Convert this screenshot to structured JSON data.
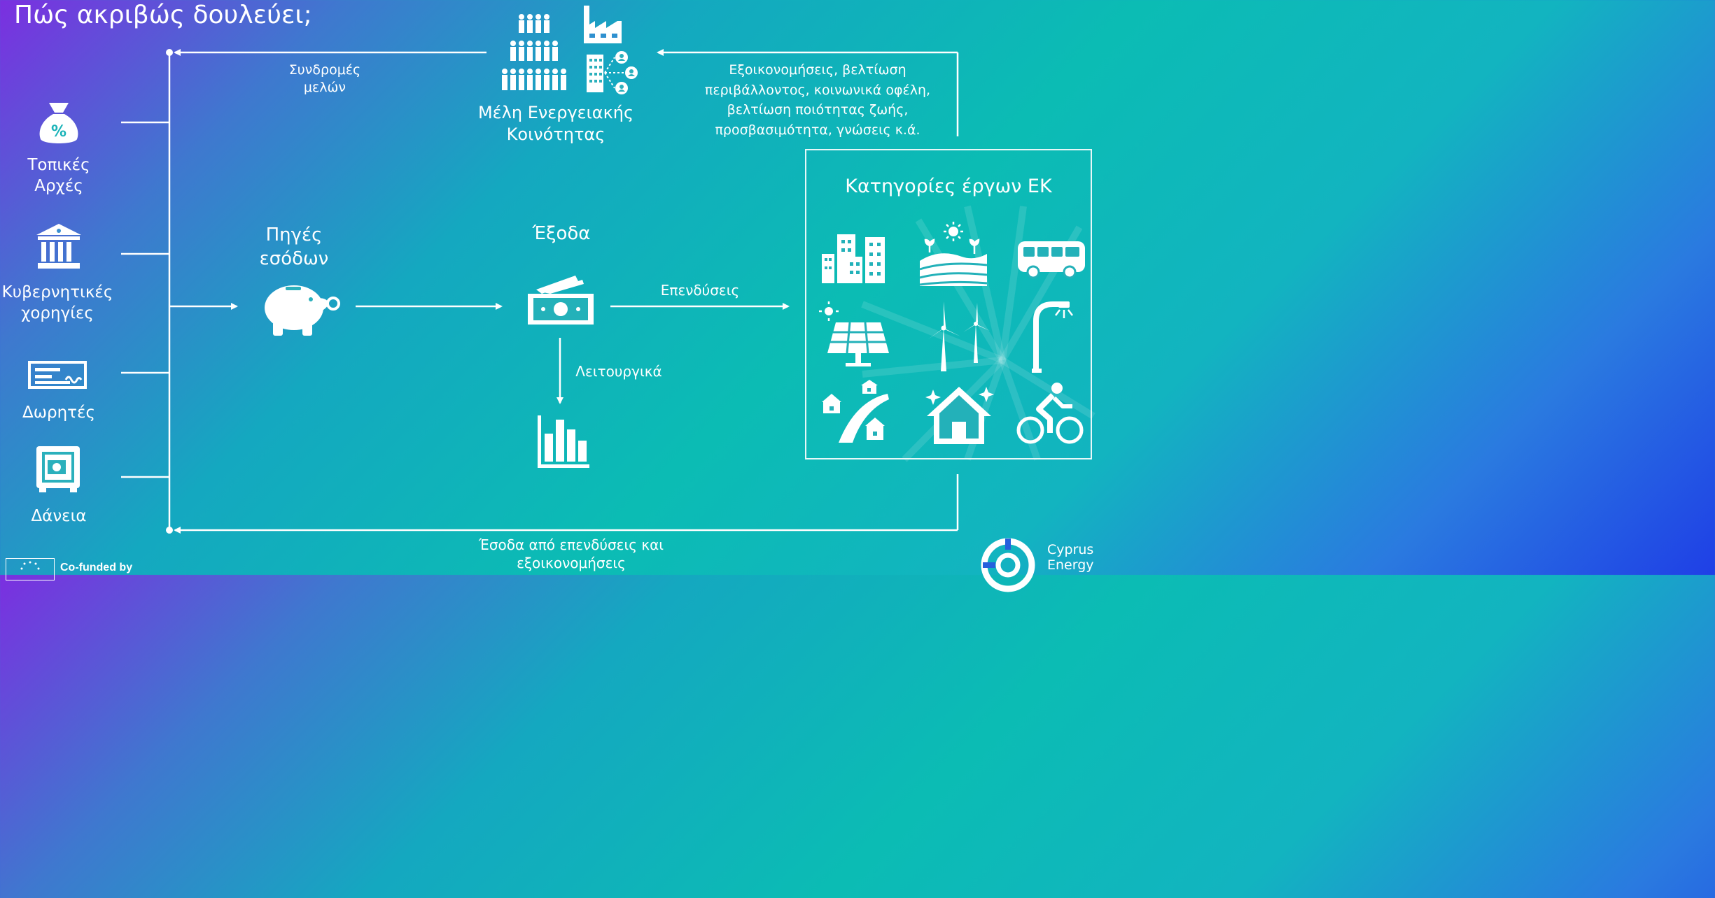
{
  "title": "Πώς ακριβώς δουλεύει;",
  "sources": [
    {
      "label_1": "Τοπικές",
      "label_2": "Αρχές",
      "icon": "money-bag-percent-icon"
    },
    {
      "label_1": "Κυβερνητικές",
      "label_2": "χορηγίες",
      "icon": "government-building-icon"
    },
    {
      "label_1": "Δωρητές",
      "label_2": "",
      "icon": "check-cheque-icon"
    },
    {
      "label_1": "Δάνεια",
      "label_2": "",
      "icon": "safe-vault-icon"
    }
  ],
  "members": {
    "label_1": "Μέλη Ενεργειακής",
    "label_2": "Κοινότητας"
  },
  "flows": {
    "subscriptions_1": "Συνδρομές",
    "subscriptions_2": "μελών",
    "benefits": [
      "Εξοικονομήσεις, βελτίωση",
      "περιβάλλοντος, κοινωνικά οφέλη,",
      "βελτίωση ποιότητας ζωής,",
      "προσβασιμότητα, γνώσεις κ.ά."
    ],
    "income_sources_1": "Πηγές",
    "income_sources_2": "εσόδων",
    "expenses": "Έξοδα",
    "investments": "Επενδύσεις",
    "operational": "Λειτουργικά",
    "returns_1": "Έσοδα από επενδύσεις και",
    "returns_2": "εξοικονομήσεις"
  },
  "projects": {
    "title": "Κατηγορίες έργων ΕΚ",
    "icons": [
      "buildings-icon",
      "farmland-sun-icon",
      "bus-icon",
      "solar-panel-icon",
      "wind-turbines-icon",
      "street-light-icon",
      "houses-road-icon",
      "smart-home-icon",
      "cyclist-icon"
    ]
  },
  "footer": {
    "eu": "Co-funded by",
    "logo_1": "Cyprus",
    "logo_2": "Energy"
  },
  "colors": {
    "bg_start": "#7b2fe0",
    "bg_mid": "#0bbcb4",
    "bg_end": "#1f3fe6",
    "line": "#ffffff"
  }
}
